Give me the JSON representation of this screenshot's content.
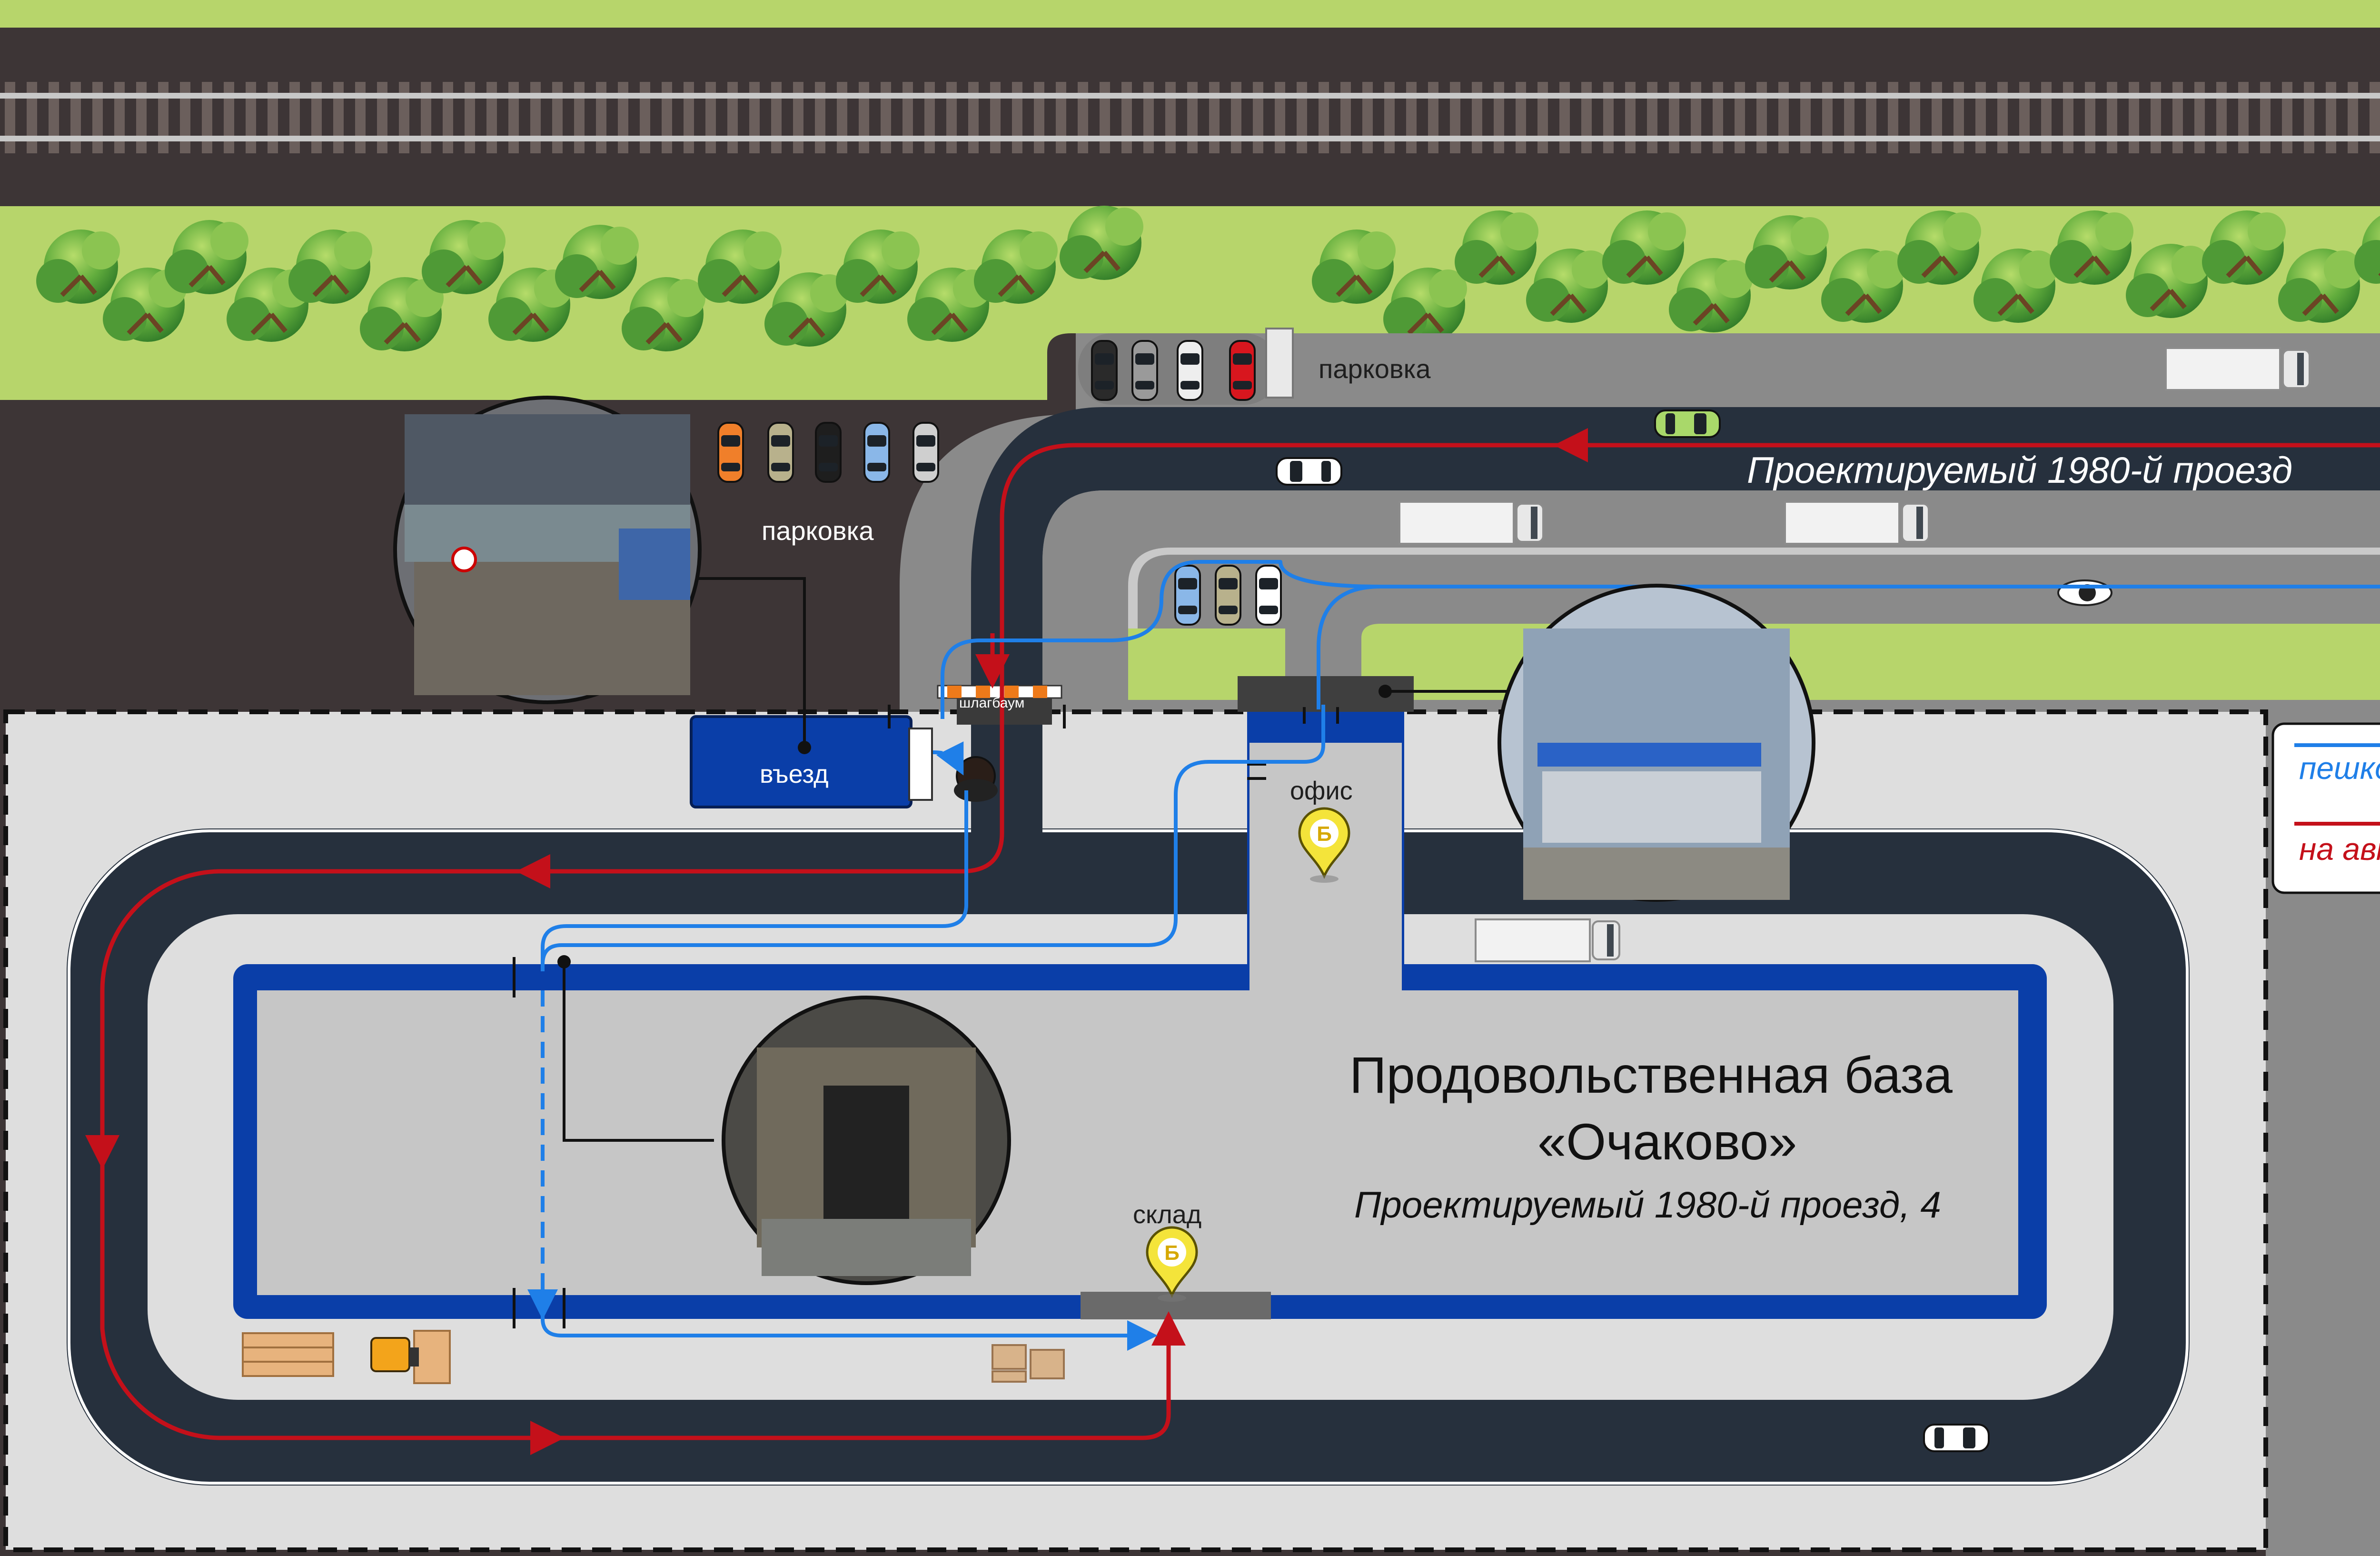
{
  "labels": {
    "parking_top": "парковка",
    "parking_left": "парковка",
    "road_name": "Проектируемый 1980-й проезд",
    "barrier": "шлагбаум",
    "entrance": "въезд",
    "office": "офис",
    "warehouse": "склад",
    "title_line1": "Продовольственная база",
    "title_line2": "«Очаково»",
    "address": "Проектируемый 1980-й проезд, 4"
  },
  "legend": {
    "walk": "пешком",
    "car": "на авто"
  },
  "colors": {
    "walk_route": "#1f7fe8",
    "car_route": "#c4101a",
    "road": "#26303d",
    "building_outline": "#0a3ea8",
    "grass": "#b7d56b",
    "yard": "#dedede"
  },
  "icons": [
    "railway-tracks-icon",
    "tree-icon",
    "car-icon",
    "truck-icon",
    "cyclist-icon",
    "person-icon",
    "barrier-icon",
    "location-pin-icon",
    "pallet-icon",
    "forklift-icon",
    "boxes-icon",
    "photo-callout"
  ]
}
